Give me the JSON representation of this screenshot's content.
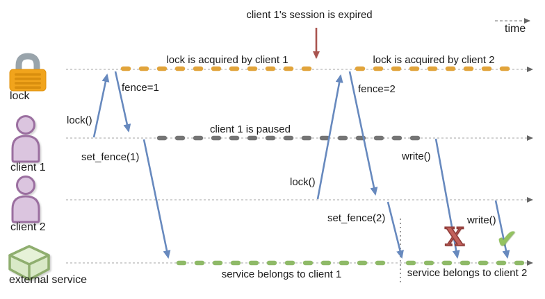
{
  "diagram": {
    "annotations": {
      "session_expired": "client 1's session is expired",
      "time_axis": "time"
    },
    "lanes": [
      {
        "label": "lock",
        "icon": "padlock-icon"
      },
      {
        "label": "client 1",
        "icon": "person-icon"
      },
      {
        "label": "client 2",
        "icon": "person-icon"
      },
      {
        "label": "external service",
        "icon": "cube-icon"
      }
    ],
    "segments": [
      {
        "label": "lock is acquired by client 1",
        "color": "#e1a43b"
      },
      {
        "label": "lock is acquired by client 2",
        "color": "#e1a43b"
      },
      {
        "label": "client 1 is paused",
        "color": "#757575"
      },
      {
        "label": "service belongs to client 1",
        "color": "#8fba68"
      },
      {
        "label": "service belongs to client 2",
        "color": "#8fba68"
      }
    ],
    "messages": [
      {
        "label": "lock()"
      },
      {
        "label": "fence=1"
      },
      {
        "label": "set_fence(1)"
      },
      {
        "label": "lock()"
      },
      {
        "label": "fence=2"
      },
      {
        "label": "set_fence(2)"
      },
      {
        "label": "write()"
      },
      {
        "label": "write()"
      }
    ],
    "marks": {
      "rejected": "X",
      "accepted": "✔"
    },
    "colors": {
      "message_arrow": "#6789be",
      "expired_arrow": "#a9544f",
      "lock_segment": "#e1a43b",
      "paused_segment": "#757575",
      "service_segment": "#8fba68",
      "reject_mark": "#c0504d",
      "accept_mark": "#8cbf5a",
      "timeline": "#a6a6a6"
    }
  }
}
